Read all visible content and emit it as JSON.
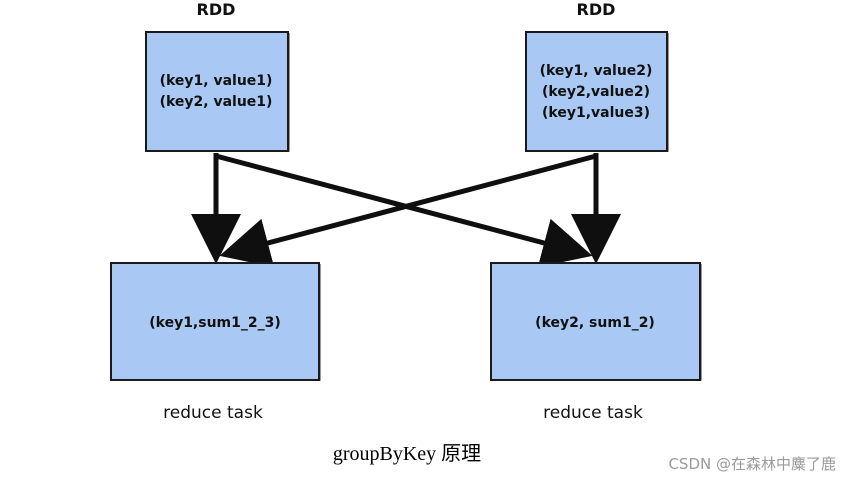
{
  "colors": {
    "box_fill": "#a9c9f4",
    "box_stroke": "#1a1a1a",
    "arrow": "#0f0f0f",
    "watermark": "#9a9a9a"
  },
  "rdd_left": {
    "title": "RDD",
    "lines": [
      "(key1, value1)",
      "(key2, value1)"
    ]
  },
  "rdd_right": {
    "title": "RDD",
    "lines": [
      "(key1, value2)",
      "(key2,value2)",
      "(key1,value3)"
    ]
  },
  "task_left": {
    "content": "(key1,sum1_2_3)",
    "label": "reduce task"
  },
  "task_right": {
    "content": "(key2, sum1_2)",
    "label": "reduce task"
  },
  "caption": "groupByKey 原理",
  "watermark": "CSDN @在森林中麋了鹿"
}
